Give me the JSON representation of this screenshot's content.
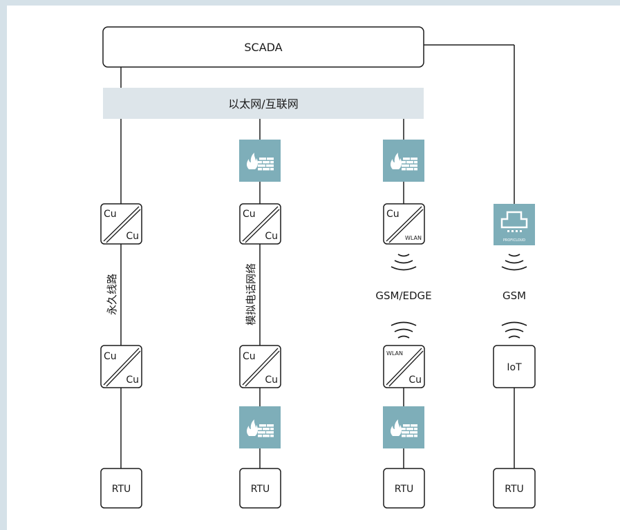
{
  "diagram": {
    "scada_label": "SCADA",
    "network_label": "以太网/互联网",
    "colors": {
      "background": "#d5e1e8",
      "network_band": "#dde5ea",
      "firewall": "#7eaeb9",
      "line": "#1a1a1a"
    },
    "columns": [
      {
        "link_label": "永久线路",
        "upper_converter": {
          "top": "Cu",
          "bottom": "Cu"
        },
        "lower_converter": {
          "top": "Cu",
          "bottom": "Cu"
        },
        "endpoint": "RTU"
      },
      {
        "link_label": "模拟电话网络",
        "top_device": "firewall-icon",
        "upper_converter": {
          "top": "Cu",
          "bottom": "Cu"
        },
        "lower_converter": {
          "top": "Cu",
          "bottom": "Cu"
        },
        "bottom_device": "firewall-icon",
        "endpoint": "RTU"
      },
      {
        "link_label": "GSM/EDGE",
        "top_device": "firewall-icon",
        "upper_converter": {
          "top": "Cu",
          "bottom": "WLAN"
        },
        "lower_converter": {
          "top": "WLAN",
          "bottom": "Cu"
        },
        "bottom_device": "firewall-icon",
        "endpoint": "RTU"
      },
      {
        "link_label": "GSM",
        "top_device": "proficloud-icon",
        "proficloud_label": "PROFICLOUD",
        "iot_label": "IoT",
        "endpoint": "RTU"
      }
    ]
  }
}
